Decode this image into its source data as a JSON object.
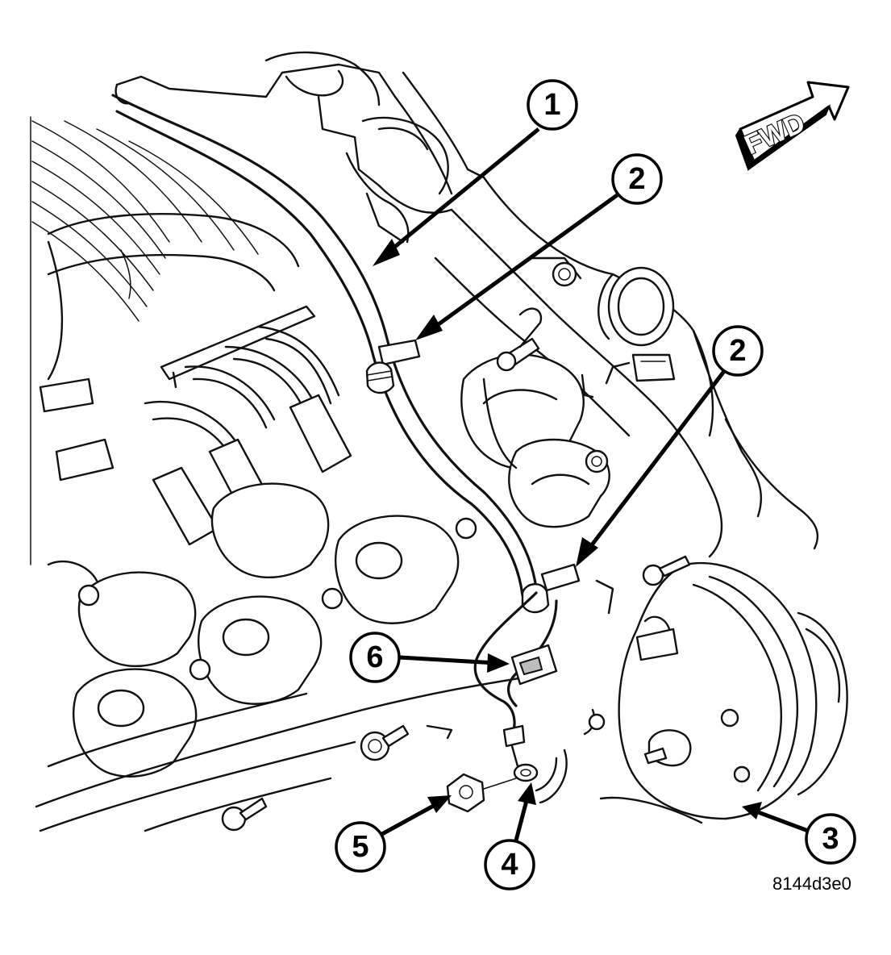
{
  "direction_indicator": {
    "label": "FWD"
  },
  "callouts": [
    {
      "id": "callout-1",
      "number": "1"
    },
    {
      "id": "callout-2a",
      "number": "2"
    },
    {
      "id": "callout-2b",
      "number": "2"
    },
    {
      "id": "callout-3",
      "number": "3"
    },
    {
      "id": "callout-4",
      "number": "4"
    },
    {
      "id": "callout-5",
      "number": "5"
    },
    {
      "id": "callout-6",
      "number": "6"
    }
  ],
  "figure_code": "8144d3e0"
}
